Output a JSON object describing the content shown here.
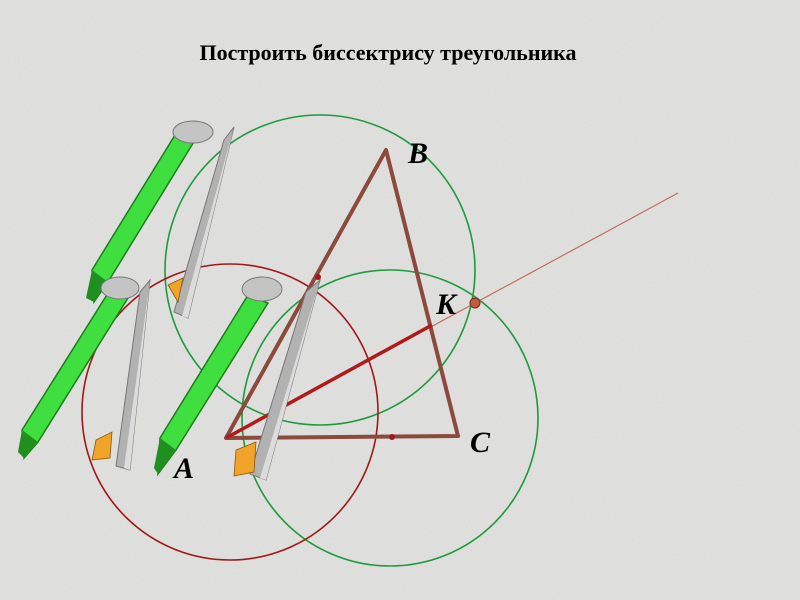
{
  "title": "Построить биссектрису треугольника",
  "points": {
    "A": "A",
    "B": "B",
    "C": "C",
    "K": "K"
  },
  "colors": {
    "background": "#e4e4e2",
    "triangle": "#8b4a3c",
    "bisector": "#b01a1a",
    "ray": "#c07060",
    "circle_red": "#a01818",
    "circle_green": "#1f9a3c",
    "pencil_green": "#3fdf3f",
    "pencil_tip": "#f2a32a",
    "compass_leg": "#a8a8a8"
  },
  "icons": [
    "pencil-icon",
    "compass-icon"
  ]
}
